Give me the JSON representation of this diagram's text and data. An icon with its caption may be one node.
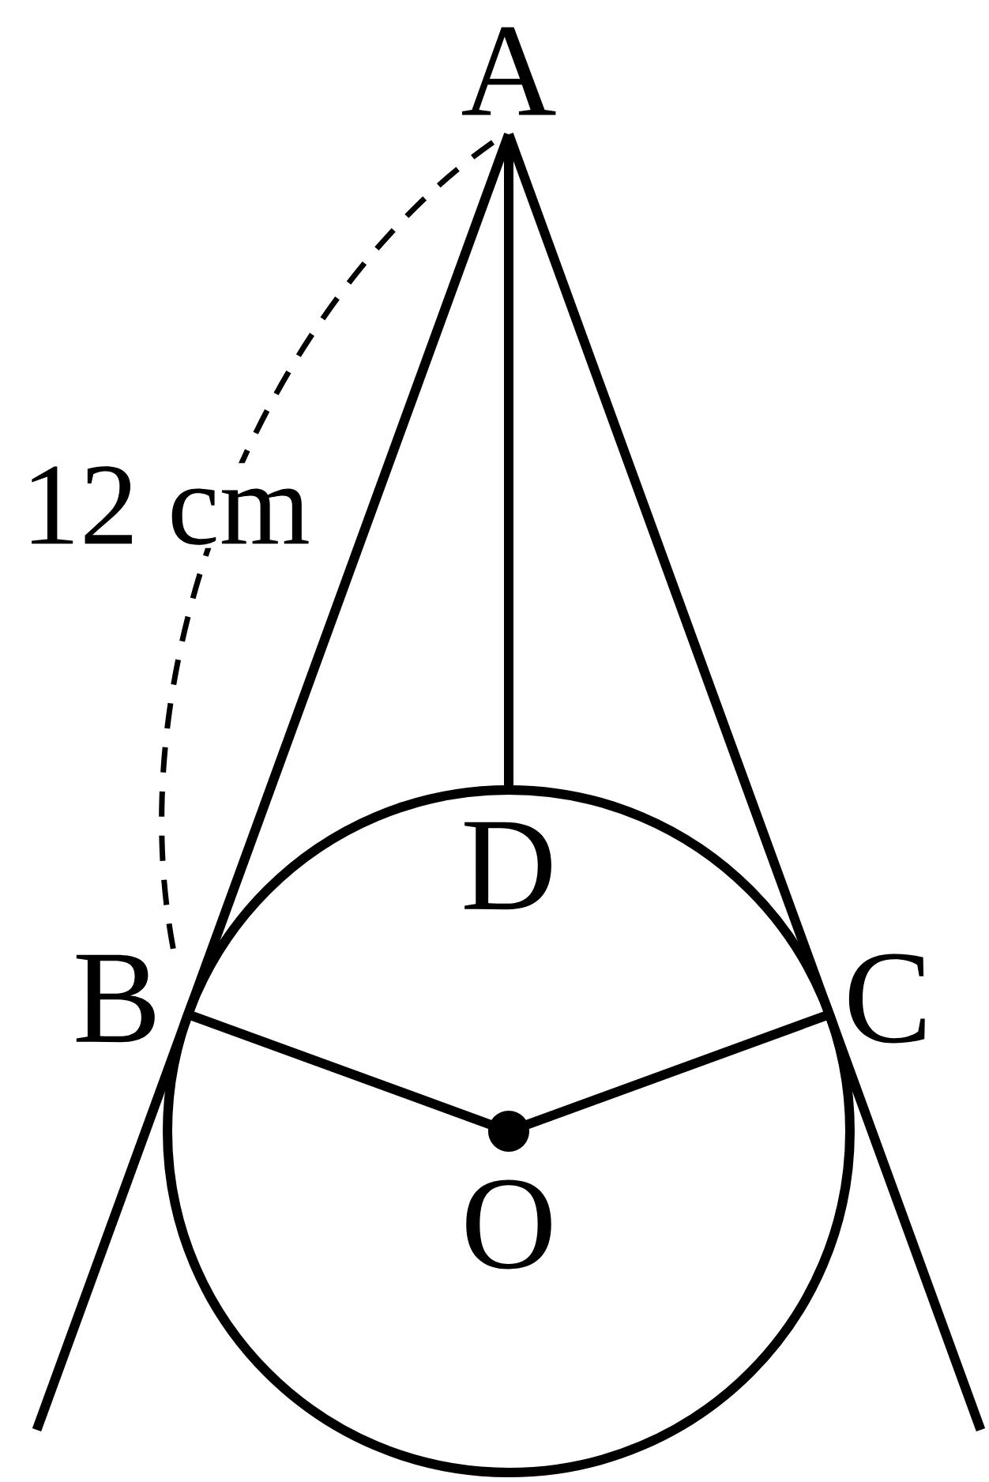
{
  "diagram": {
    "nodes": [
      {
        "text": [
          "A"
        ]
      },
      {
        "text": [
          "D"
        ]
      },
      {
        "text": [
          "B"
        ]
      },
      {
        "text": [
          "C"
        ]
      },
      {
        "text": [
          "O"
        ]
      }
    ],
    "edges": [
      {
        "from": 0,
        "to": 2,
        "arrow": "none"
      },
      {
        "from": 0,
        "to": 3,
        "arrow": "none"
      },
      {
        "from": 0,
        "to": 1,
        "arrow": "none"
      },
      {
        "from": 2,
        "to": 4,
        "arrow": "none"
      },
      {
        "from": 3,
        "to": 4,
        "arrow": "none"
      }
    ],
    "labels": [
      "12 cm"
    ]
  }
}
